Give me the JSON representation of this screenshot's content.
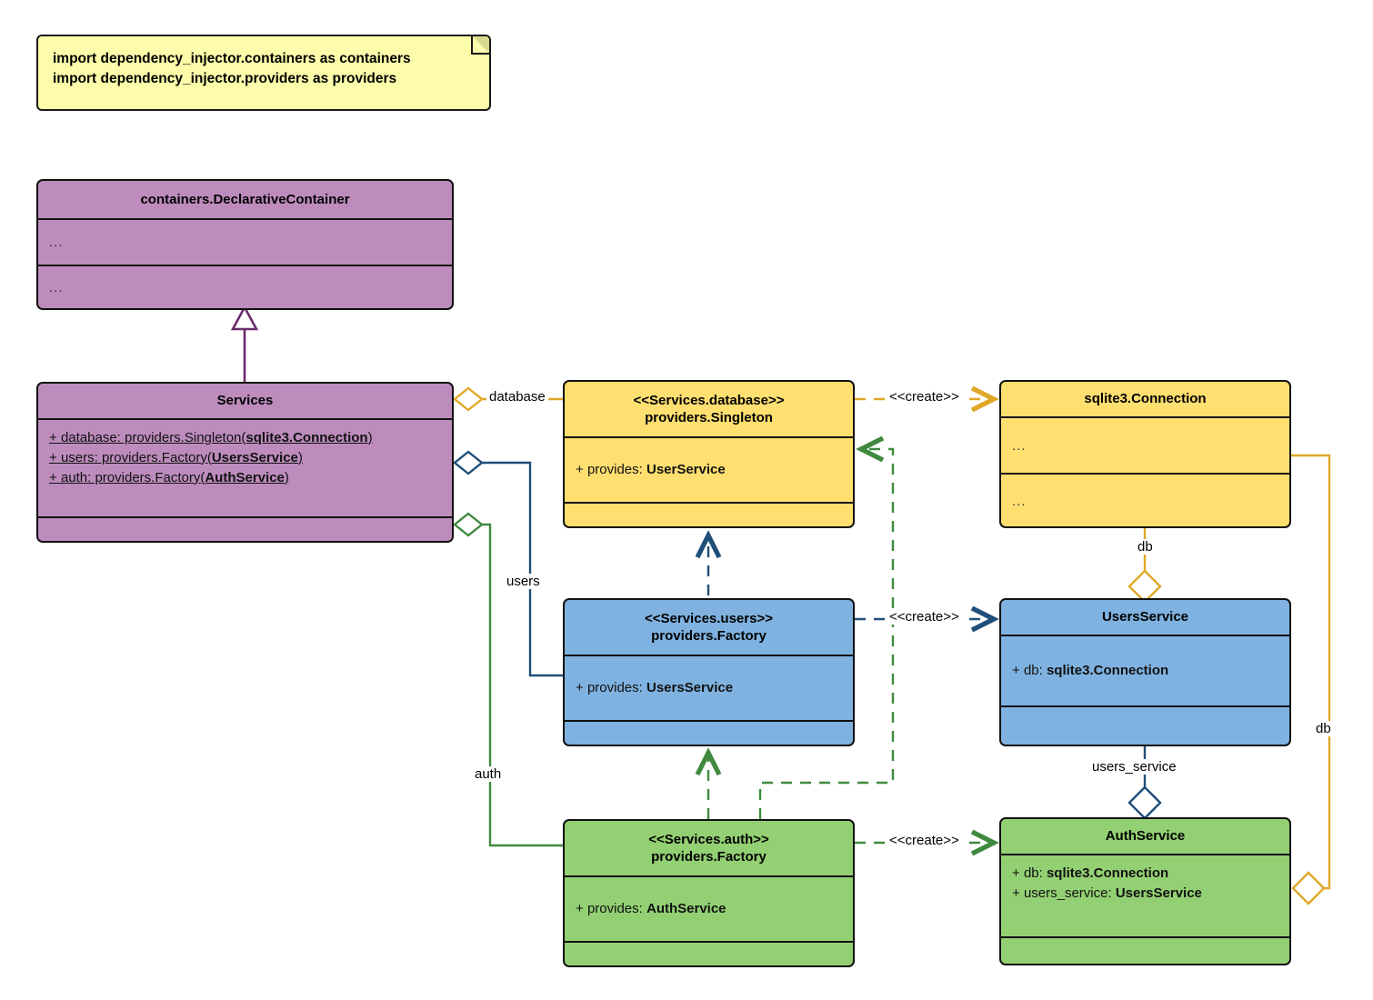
{
  "diagram": {
    "type": "uml-class-diagram",
    "title": "dependency_injector Services container UML class diagram",
    "colors": {
      "note_fill": "#fcfcaa",
      "container_fill": "#bd8cbd",
      "database_fill": "#ffdf70",
      "users_fill": "#7fb2e0",
      "auth_fill": "#93d073",
      "border": "#111111",
      "edge_yellow": "#e0a828",
      "edge_blue": "#1f4e79",
      "edge_green": "#3f8a3f",
      "edge_purple": "#6b2d6b"
    }
  },
  "note": {
    "text": "import dependency_injector.containers as containers\nimport dependency_injector.providers as providers"
  },
  "classes": {
    "declarative_container": {
      "name": "containers.DeclarativeContainer",
      "attributes": [
        "..."
      ],
      "methods": [
        "..."
      ]
    },
    "services": {
      "name": "Services",
      "attributes": [
        {
          "visibility": "+",
          "label": "database: providers.Singleton(",
          "type": "sqlite3.Connection",
          "suffix": ")"
        },
        {
          "visibility": "+",
          "label": "users: providers.Factory(",
          "type": "UsersService",
          "suffix": ")"
        },
        {
          "visibility": "+",
          "label": "auth: providers.Factory(",
          "type": "AuthService",
          "suffix": ")"
        }
      ],
      "methods": []
    },
    "services_database": {
      "stereotype": "<<Services.database>>",
      "name": "providers.Singleton",
      "attribute_visibility": "+",
      "attribute_label": "provides:",
      "attribute_type": "UserService",
      "methods": "..."
    },
    "services_users": {
      "stereotype": "<<Services.users>>",
      "name": "providers.Factory",
      "attribute_visibility": "+",
      "attribute_label": "provides:",
      "attribute_type": "UsersService",
      "methods": "..."
    },
    "services_auth": {
      "stereotype": "<<Services.auth>>",
      "name": "providers.Factory",
      "attribute_visibility": "+",
      "attribute_label": "provides:",
      "attribute_type": "AuthService",
      "methods": "..."
    },
    "sqlite_connection": {
      "name": "sqlite3.Connection",
      "attributes": [
        "..."
      ],
      "methods": [
        "..."
      ]
    },
    "users_service": {
      "name": "UsersService",
      "attributes": [
        {
          "visibility": "+",
          "label": "db:",
          "type": "sqlite3.Connection"
        }
      ],
      "methods": []
    },
    "auth_service": {
      "name": "AuthService",
      "attributes": [
        {
          "visibility": "+",
          "label": "db:",
          "type": "sqlite3.Connection"
        },
        {
          "visibility": "+",
          "label": "users_service:",
          "type": "UsersService"
        }
      ],
      "methods": []
    }
  },
  "edges": {
    "inheritance": {
      "from": "Services",
      "to": "containers.DeclarativeContainer",
      "kind": "generalization",
      "label": ""
    },
    "aggregation_database": {
      "from": "Services",
      "to": "providers.Singleton",
      "kind": "aggregation",
      "label": "database"
    },
    "aggregation_users": {
      "from": "Services",
      "to": "providers.Factory (users)",
      "kind": "aggregation",
      "label": "users"
    },
    "aggregation_auth": {
      "from": "Services",
      "to": "providers.Factory (auth)",
      "kind": "aggregation",
      "label": "auth"
    },
    "create_database": {
      "from": "providers.Singleton",
      "to": "sqlite3.Connection",
      "kind": "dependency",
      "label": "<<create>>"
    },
    "create_users": {
      "from": "providers.Factory (users)",
      "to": "UsersService",
      "kind": "dependency",
      "label": "<<create>>"
    },
    "create_auth": {
      "from": "providers.Factory (auth)",
      "to": "AuthService",
      "kind": "dependency",
      "label": "<<create>>"
    },
    "dep_users_to_database": {
      "from": "providers.Factory (users)",
      "to": "providers.Singleton",
      "kind": "dependency",
      "label": ""
    },
    "dep_auth_to_users": {
      "from": "providers.Factory (auth)",
      "to": "providers.Factory (users)",
      "kind": "dependency",
      "label": ""
    },
    "dep_auth_to_database": {
      "from": "providers.Factory (auth)",
      "to": "providers.Singleton",
      "kind": "dependency",
      "label": ""
    },
    "agg_db_usersservice": {
      "from": "sqlite3.Connection",
      "to": "UsersService",
      "kind": "aggregation",
      "label": "db"
    },
    "agg_db_authservice": {
      "from": "sqlite3.Connection",
      "to": "AuthService",
      "kind": "aggregation",
      "label": "db"
    },
    "agg_usersservice_authservice": {
      "from": "UsersService",
      "to": "AuthService",
      "kind": "aggregation",
      "label": "users_service"
    }
  }
}
